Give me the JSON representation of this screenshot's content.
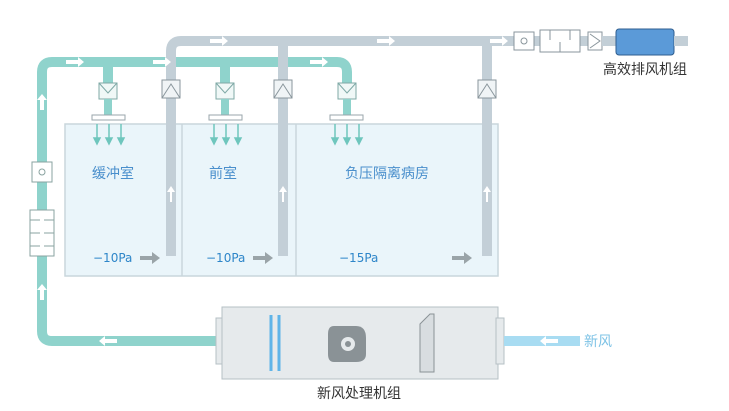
{
  "rooms": [
    {
      "name": "缓冲室",
      "pressure": "−10Pa"
    },
    {
      "name": "前室",
      "pressure": "−10Pa"
    },
    {
      "name": "负压隔离病房",
      "pressure": "−15Pa"
    }
  ],
  "exhaust_unit_label": "高效排风机组",
  "supply_unit_label": "新风处理机组",
  "fresh_air_label": "新风",
  "colors": {
    "supply_duct": "#8fd3cc",
    "exhaust_duct": "#c3cfd7",
    "room_fill": "#eaf5fa",
    "room_border": "#c9d6dc",
    "fan_unit": "#5b9ad8",
    "fresh_air": "#a8dcf2"
  },
  "icons": [
    "supply-diffuser-icon",
    "exhaust-valve-icon",
    "filter-icon",
    "fan-icon",
    "arrow-icon"
  ]
}
